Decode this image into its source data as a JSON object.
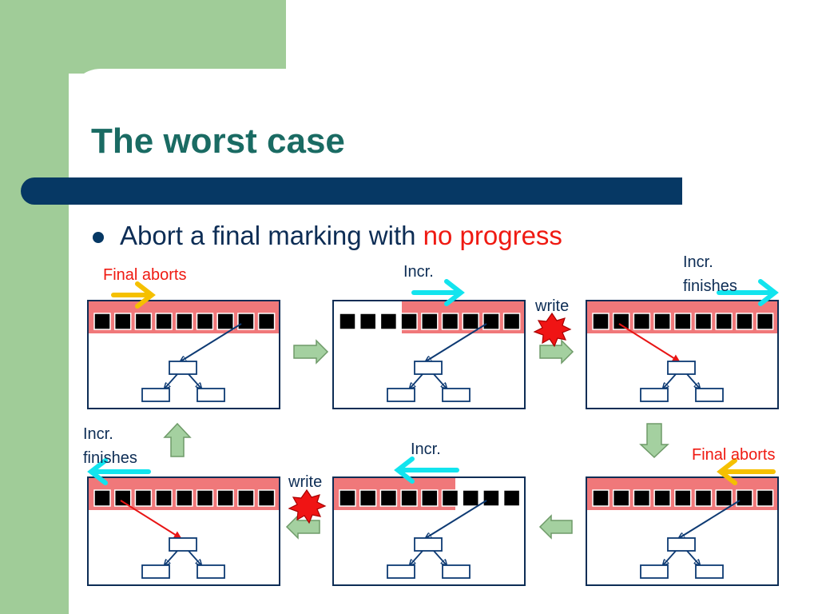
{
  "slide": {
    "title": "The worst case",
    "bullet": {
      "text": "Abort a final marking with ",
      "highlight": "no progress",
      "highlight_color": "#ef1a12"
    }
  },
  "labels": {
    "final_aborts_top": "Final aborts",
    "incr_top": "Incr.",
    "incr_finishes_top_line1": "Incr.",
    "incr_finishes_top_line2": "finishes",
    "write_top": "write",
    "incr_finishes_bottom_line1": "Incr.",
    "incr_finishes_bottom_line2": "finishes",
    "incr_bottom": "Incr.",
    "write_bottom": "write",
    "final_aborts_bottom": "Final aborts"
  },
  "colors": {
    "green_block": "#a0cc98",
    "title_text": "#1a6b63",
    "title_bar": "#063864",
    "red_label": "#ef1a12",
    "marked_band": "#f0787a",
    "panel_border": "#0d2d55",
    "cyan_arrow": "#12e4ee",
    "orange_arrow": "#f5c000",
    "flow_arrow_fill": "#a4d0a0",
    "flow_arrow_stroke": "#6e9a68",
    "tree_arrow": "#0d3a73",
    "red_pointer": "#e81515",
    "explosion": "#f01414"
  },
  "panels": [
    {
      "name": "panel-1",
      "marked_from_cell": 0,
      "pointer": "dark"
    },
    {
      "name": "panel-2",
      "marked_from_cell": 3,
      "pointer": "dark"
    },
    {
      "name": "panel-3",
      "marked_from_cell": 0,
      "pointer": "red"
    },
    {
      "name": "panel-4",
      "marked_from_cell": 0,
      "pointer": "red"
    },
    {
      "name": "panel-5",
      "marked_from_cell": 0,
      "marked_to_cell": 5,
      "pointer": "dark"
    },
    {
      "name": "panel-6",
      "marked_from_cell": 0,
      "pointer": "dark"
    }
  ]
}
